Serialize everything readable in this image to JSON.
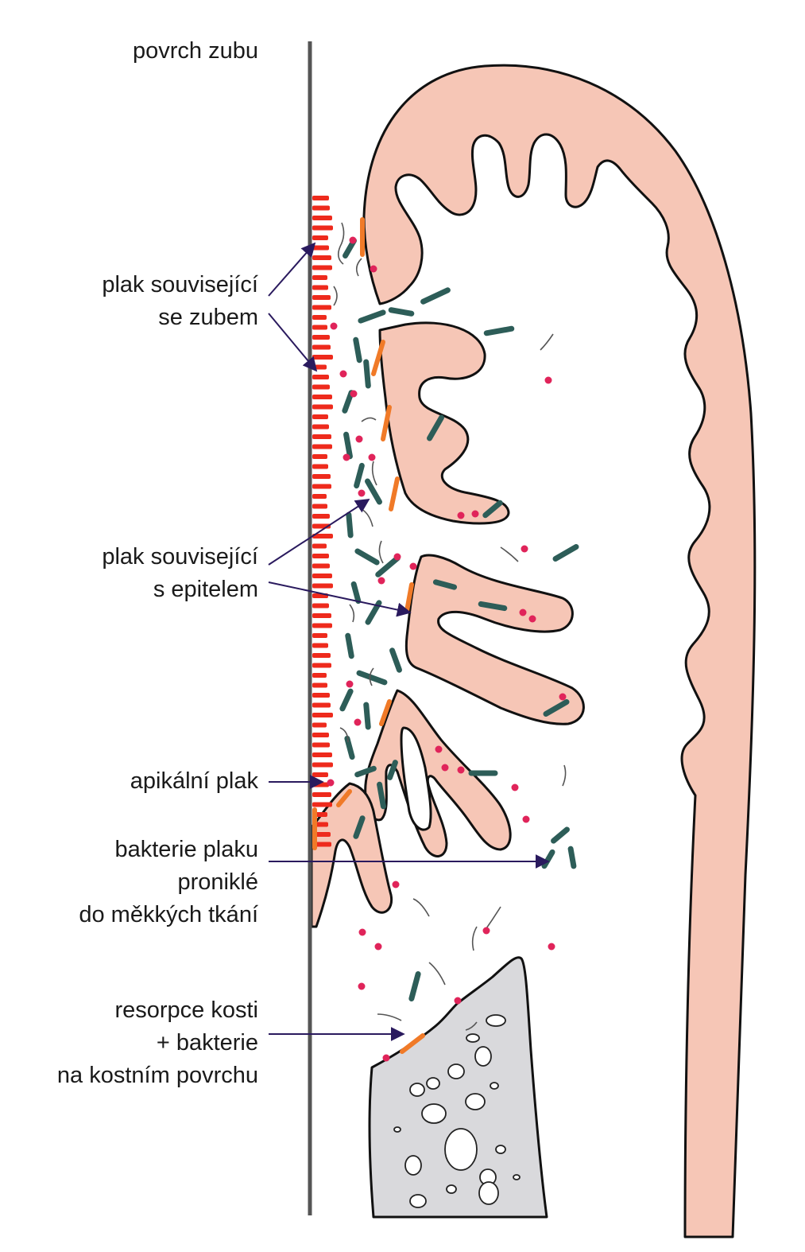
{
  "labels": {
    "tooth_surface": "povrch zubu",
    "tooth_plaque": [
      "plak související",
      "se zubem"
    ],
    "epithelial_plaque": [
      "plak související",
      "s epitelem"
    ],
    "apical_plaque": "apikální plak",
    "penetrated_bacteria": [
      "bakterie plaku",
      "proniklé",
      "do měkkých tkání"
    ],
    "bone_resorption": [
      "resorpce kosti",
      "+ bakterie",
      "na kostním povrchu"
    ]
  },
  "colors": {
    "soft_tissue": "#f6c6b6",
    "outline": "#111111",
    "tooth_line": "#555555",
    "plaque_red": "#ee2a1c",
    "bacteria_teal": "#2d5d58",
    "cocci": "#e0245a",
    "attached_orange": "#f07a28",
    "bone": "#d9d9dc",
    "arrow": "#2a1a5e"
  }
}
